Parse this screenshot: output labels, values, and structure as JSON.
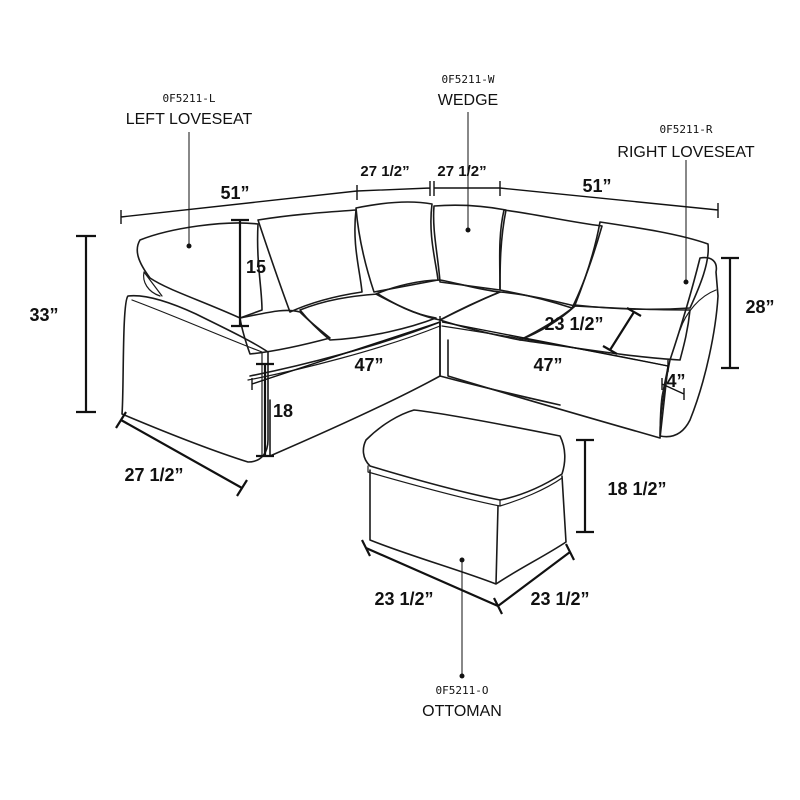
{
  "parts": {
    "left": {
      "code": "0F5211-L",
      "name": "LEFT LOVESEAT"
    },
    "wedge": {
      "code": "0F5211-W",
      "name": "WEDGE"
    },
    "right": {
      "code": "0F5211-R",
      "name": "RIGHT LOVESEAT"
    },
    "ottoman": {
      "code": "0F5211-O",
      "name": "OTTOMAN"
    }
  },
  "dimensions": {
    "left_width": "51”",
    "wedge_left": "27 1/2”",
    "wedge_right": "27 1/2”",
    "right_width": "51”",
    "overall_height": "33”",
    "back_height": "15",
    "seat_height": "18",
    "left_depth": "27 1/2”",
    "left_seat_length": "47”",
    "right_seat_length": "47”",
    "seat_depth": "23 1/2”",
    "arm_height": "28”",
    "arm_width": "4”",
    "ottoman_height": "18 1/2”",
    "ottoman_width": "23 1/2”",
    "ottoman_depth": "23 1/2”"
  }
}
